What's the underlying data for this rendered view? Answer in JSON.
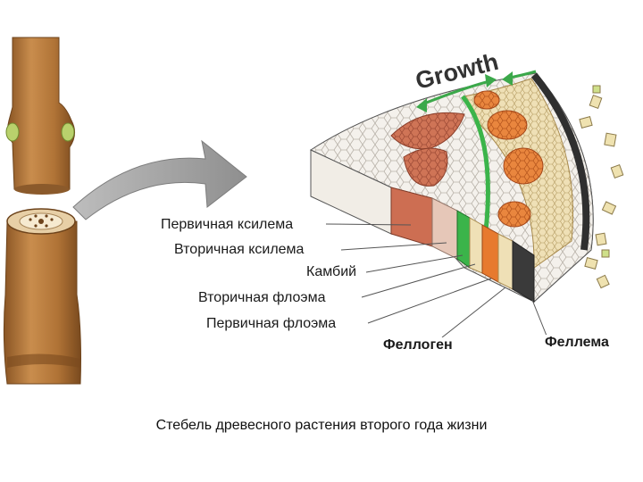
{
  "diagram": {
    "growth_label": "Growth",
    "labels": [
      {
        "key": "primary_xylem",
        "text": "Первичная ксилема"
      },
      {
        "key": "secondary_xylem",
        "text": "Вторичная ксилема"
      },
      {
        "key": "cambium",
        "text": "Камбий"
      },
      {
        "key": "secondary_phloem",
        "text": "Вторичная флоэма"
      },
      {
        "key": "primary_phloem",
        "text": "Первичная флоэма"
      },
      {
        "key": "phellogen",
        "text": "Феллоген"
      },
      {
        "key": "phellem",
        "text": "Феллема"
      }
    ],
    "caption": "Стебель древесного растения второго года жизни",
    "colors": {
      "bark": "#b57a3e",
      "xylem_primary": "#c96d52",
      "xylem_secondary": "#e3c2b3",
      "cambium": "#41b24a",
      "phloem": "#e77a2e",
      "periderm": "#555555",
      "growth_arrow": "#3ba84a"
    }
  }
}
